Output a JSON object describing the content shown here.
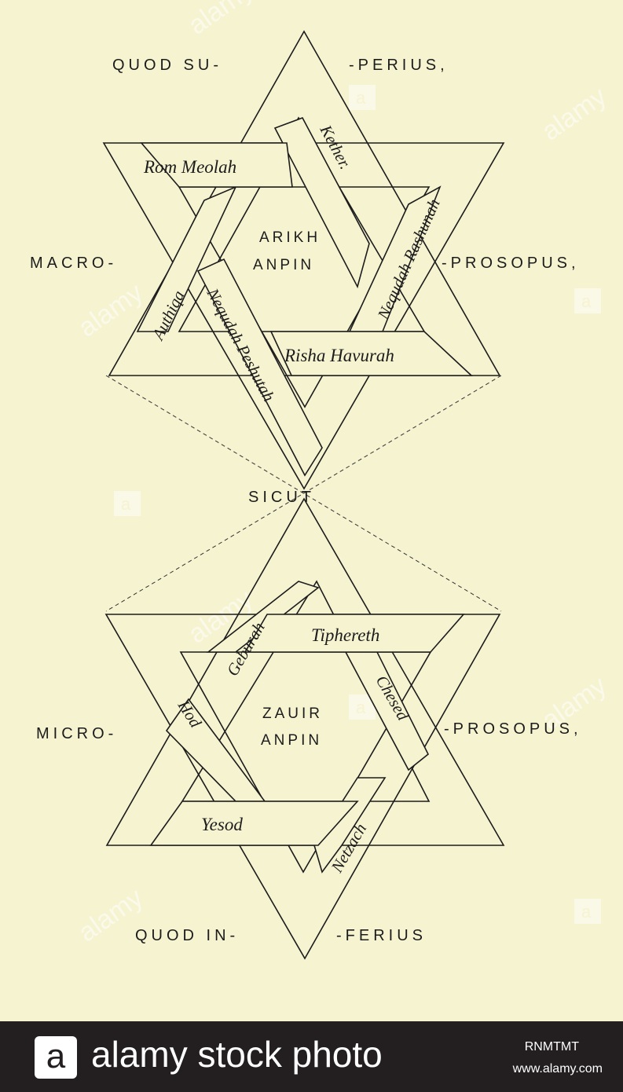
{
  "top_star": {
    "label_top_left": "QUOD SU-",
    "label_top_right": "-PERIUS,",
    "label_mid_left": "MACRO-",
    "label_mid_right": "-PROSOPUS,",
    "center_line1": "ARIKH",
    "center_line2": "ANPIN",
    "band_top": "Rom Meolah",
    "band_right_down": "Kether.",
    "band_right_up": "Nequdah Rashunah",
    "band_left_up": "Authiqa",
    "band_left_down": "Nequdah Peshutah",
    "band_bottom": "Risha Havurah"
  },
  "middle_label": "SICUT",
  "bottom_star": {
    "label_mid_left": "MICRO-",
    "label_mid_right": "-PROSOPUS,",
    "label_bottom_left": "QUOD IN-",
    "label_bottom_right": "-FERIUS",
    "center_line1": "ZAUIR",
    "center_line2": "ANPIN",
    "band_top": "Tiphereth",
    "band_left_up": "Geburah",
    "band_left_down": "Hod",
    "band_right_down": "Chesed",
    "band_right_up": "Netzach",
    "band_bottom": "Yesod"
  },
  "watermark": {
    "word": "alamy",
    "badge_letter": "a"
  },
  "footer": {
    "logo_letter": "a",
    "brand": "alamy stock photo",
    "image_code": "RNMTMT",
    "site": "www.alamy.com"
  }
}
